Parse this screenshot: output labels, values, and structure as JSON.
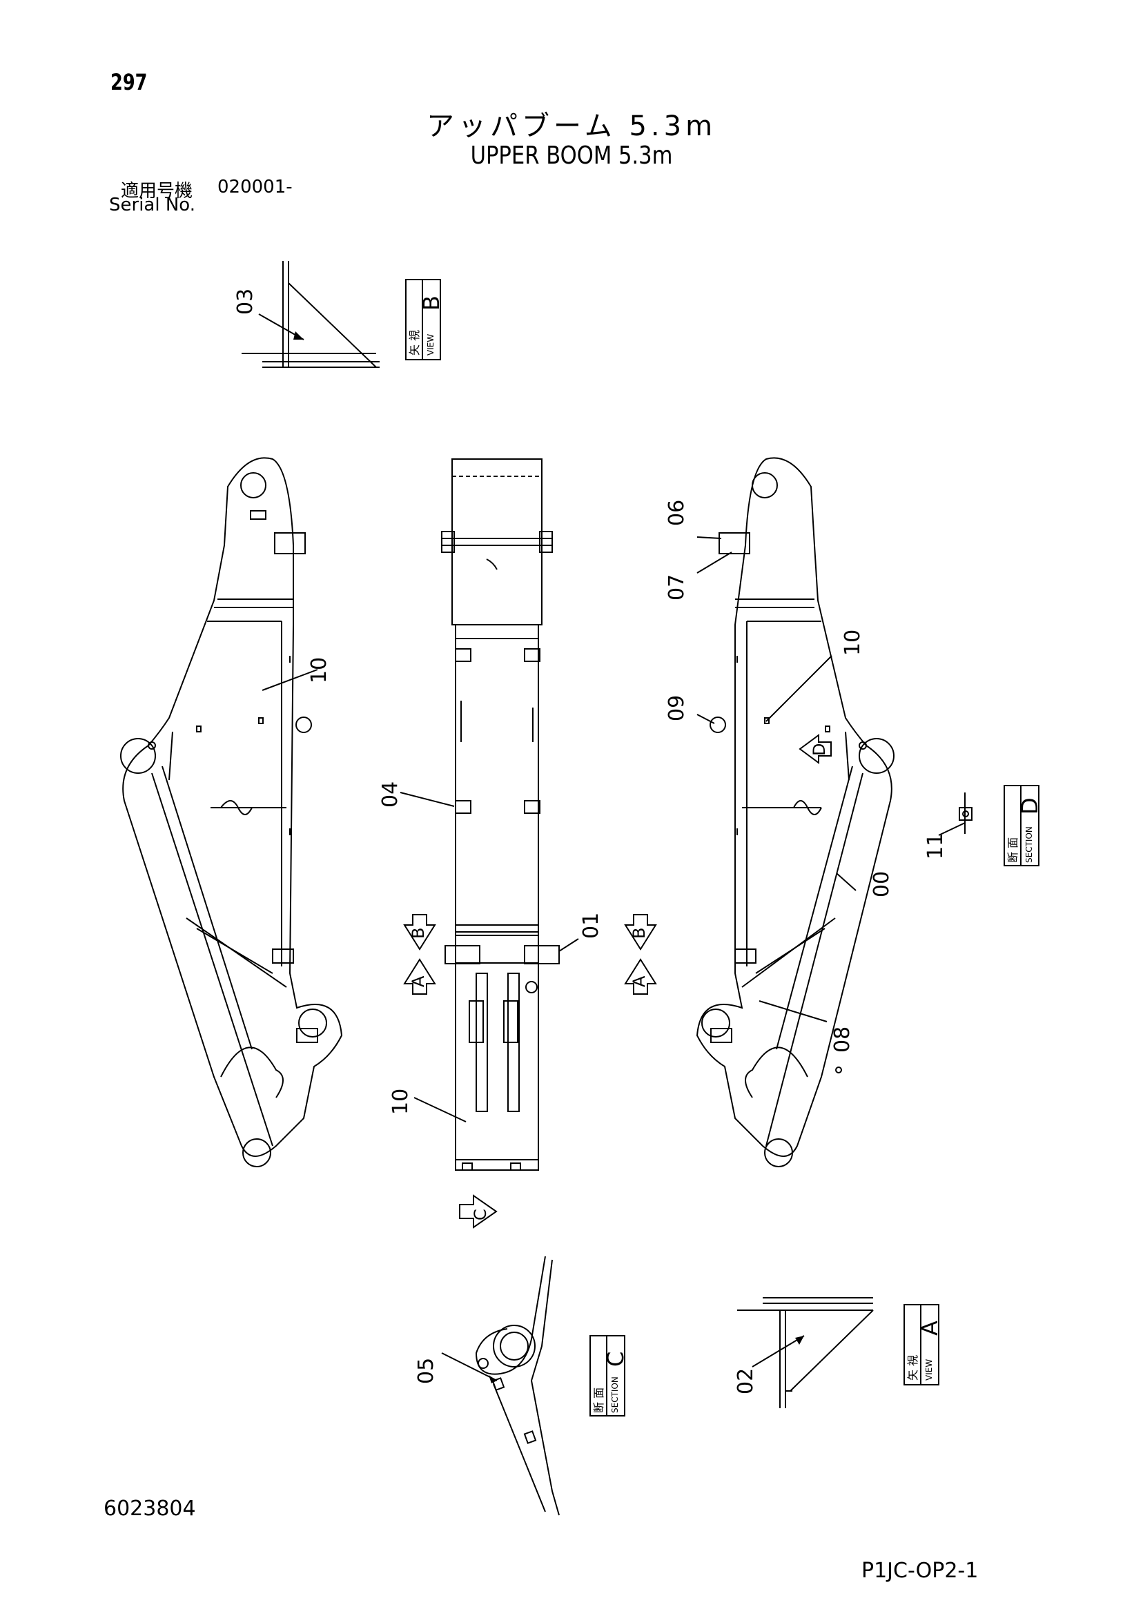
{
  "header": {
    "page_number": "297",
    "title_jp": "アッパブーム 5.3m",
    "title_en": "UPPER BOOM 5.3m",
    "serial_label_jp": "適用号機",
    "serial_value": "020001-",
    "serial_label_en": "Serial No."
  },
  "callouts": {
    "c00": "00",
    "c01": "01",
    "c02": "02",
    "c03": "03",
    "c04": "04",
    "c05": "05",
    "c06": "06",
    "c07": "07",
    "c08": "08",
    "c09": "09",
    "c10a": "10",
    "c10b": "10",
    "c10c": "10",
    "c11": "11"
  },
  "view_tags": {
    "view_b": {
      "letter": "B",
      "jp": "矢 視",
      "en": "VIEW"
    },
    "view_a": {
      "letter": "A",
      "jp": "矢 視",
      "en": "VIEW"
    },
    "section_c": {
      "letter": "C",
      "jp": "断 面",
      "en": "SECTION"
    },
    "section_d": {
      "letter": "D",
      "jp": "断 面",
      "en": "SECTION"
    }
  },
  "arrow_markers": {
    "a_left": "A",
    "b_left": "B",
    "a_right": "A",
    "b_right": "B",
    "c_marker": "C",
    "d_marker": "D"
  },
  "footer": {
    "doc_code": "6023804",
    "sheet_code": "P1JC-OP2-1"
  }
}
